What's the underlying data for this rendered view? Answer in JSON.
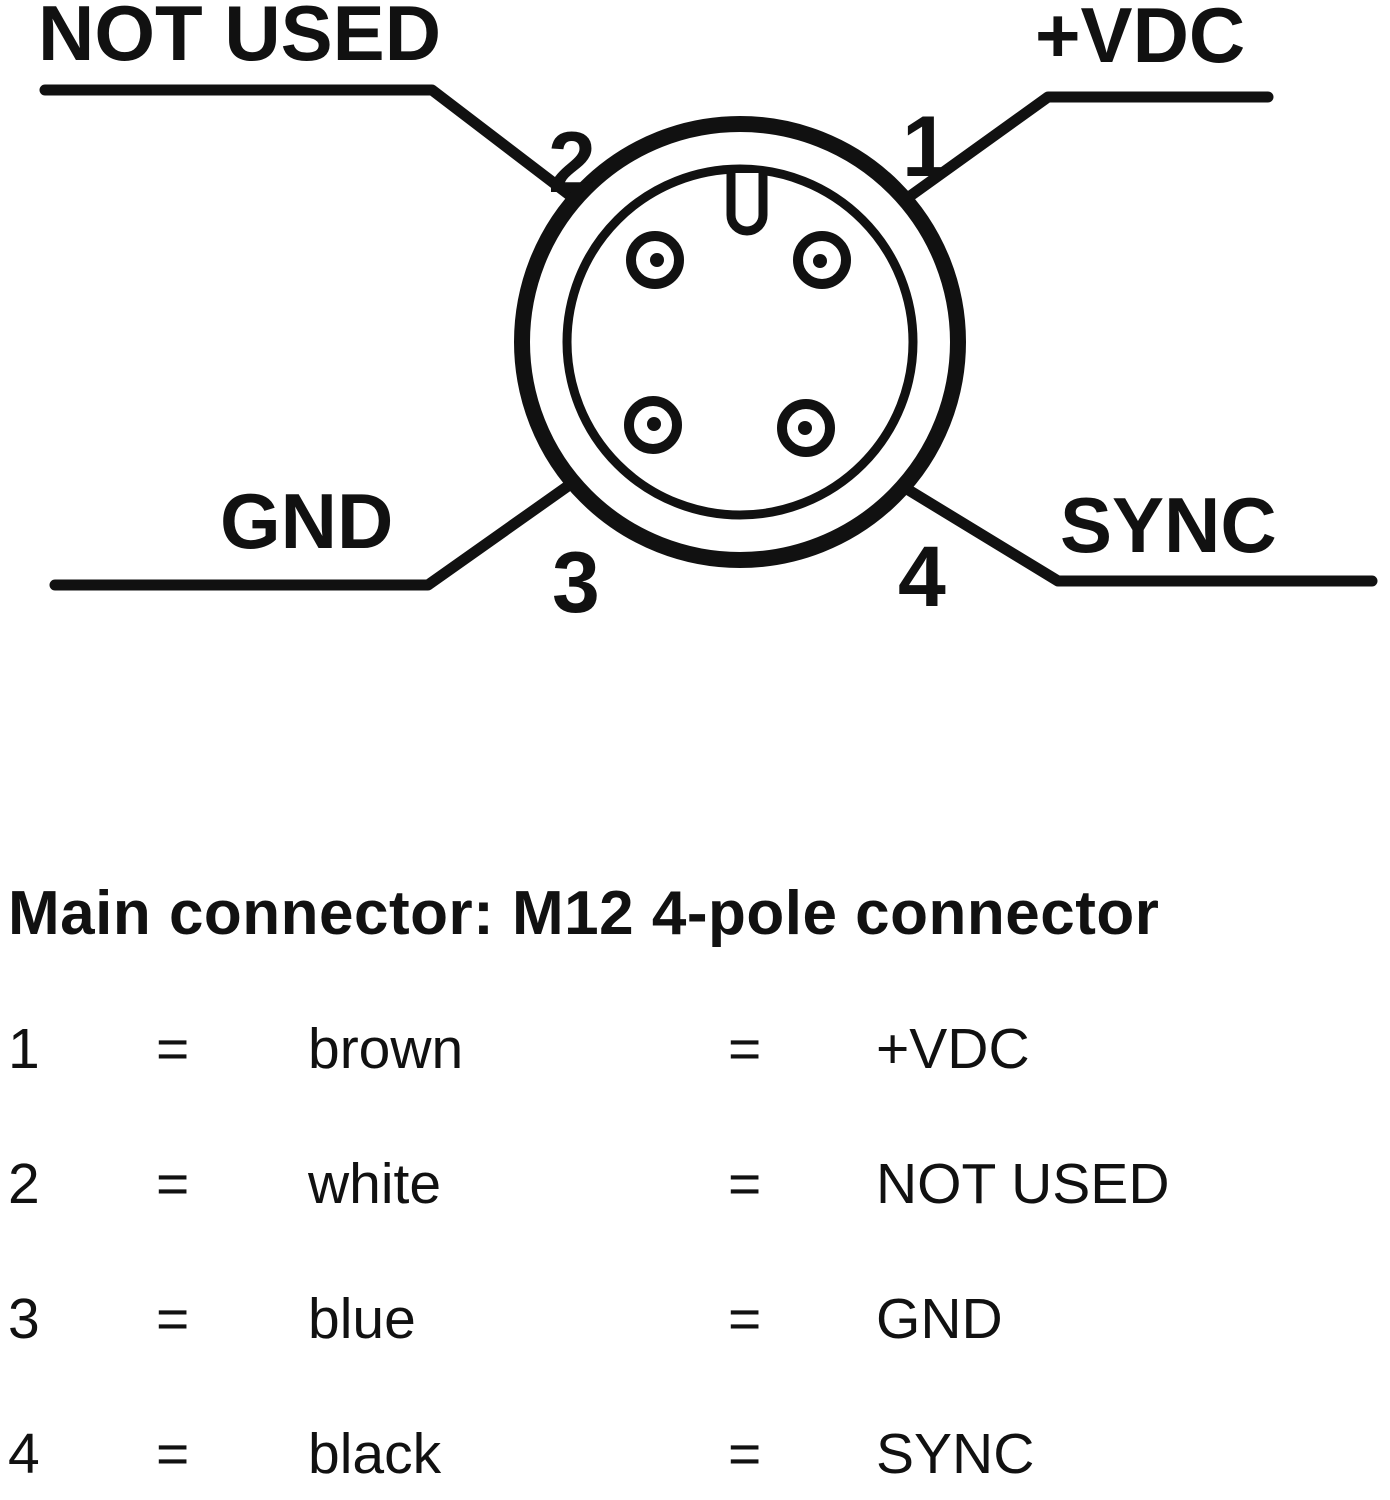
{
  "diagram": {
    "labels": {
      "top_left": "NOT USED",
      "top_right": "+VDC",
      "bottom_left": "GND",
      "bottom_right": "SYNC"
    },
    "pin_numbers": {
      "pin1": "1",
      "pin2": "2",
      "pin3": "3",
      "pin4": "4"
    }
  },
  "legend": {
    "title": "Main connector: M12 4-pole connector",
    "rows": [
      {
        "pin": "1",
        "eq1": "=",
        "color": "brown",
        "eq2": "=",
        "signal": "+VDC"
      },
      {
        "pin": "2",
        "eq1": "=",
        "color": "white",
        "eq2": "=",
        "signal": "NOT USED"
      },
      {
        "pin": "3",
        "eq1": "=",
        "color": "blue",
        "eq2": "=",
        "signal": "GND"
      },
      {
        "pin": "4",
        "eq1": "=",
        "color": "black",
        "eq2": "=",
        "signal": "SYNC"
      }
    ]
  },
  "colors": {
    "ink": "#111111",
    "background": "#ffffff"
  }
}
